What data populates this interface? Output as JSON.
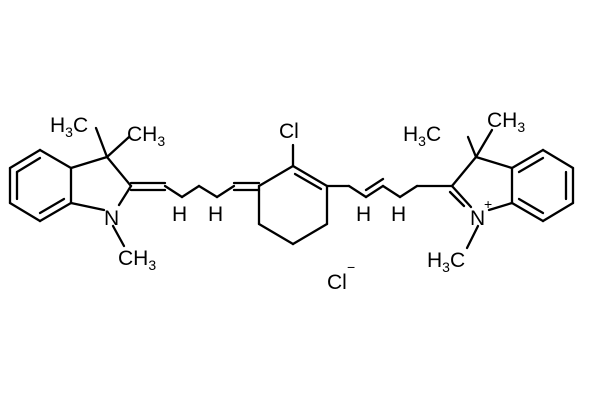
{
  "diagram": {
    "type": "chemical-structure",
    "atoms": {
      "left_ch3_top_left": {
        "main": "H",
        "sub": "3",
        "tail": "C"
      },
      "left_ch3_top_right": {
        "main": "CH",
        "sub": "3"
      },
      "left_n": {
        "main": "N"
      },
      "left_n_methyl": {
        "main": "CH",
        "sub": "3"
      },
      "chain_h_left_1": {
        "main": "H"
      },
      "chain_h_left_2": {
        "main": "H"
      },
      "cl": {
        "main": "Cl"
      },
      "chain_h_right_1": {
        "main": "H"
      },
      "chain_h_right_2": {
        "main": "H"
      },
      "right_ch3_top_left": {
        "main": "H",
        "sub": "3",
        "tail": "C"
      },
      "right_ch3_top_right": {
        "main": "CH",
        "sub": "3"
      },
      "right_n": {
        "main": "N",
        "charge": "+"
      },
      "right_n_methyl": {
        "main": "H",
        "sub": "3",
        "tail": "C"
      },
      "counter_ion": {
        "main": "Cl",
        "charge": "−"
      }
    }
  }
}
